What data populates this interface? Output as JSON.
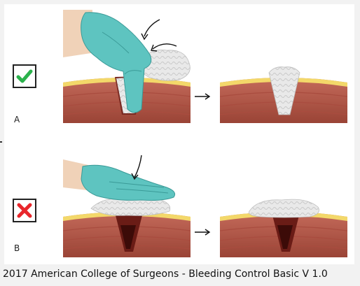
{
  "panels": [
    {
      "letter": "A",
      "status": "correct",
      "status_icon": "check-icon",
      "status_color": "#2bb24c"
    },
    {
      "letter": "B",
      "status": "incorrect",
      "status_icon": "x-icon",
      "status_color": "#e8262b"
    }
  ],
  "caption": "2017 American College of Surgeons - Bleeding Control Basic V 1.0",
  "colors": {
    "skin": "#f3d86a",
    "tissue": "#b7564a",
    "tissue_dark": "#8f3a32",
    "glove": "#5ec4c0",
    "gauze": "#e6e6e6",
    "blood": "#7a1616"
  }
}
